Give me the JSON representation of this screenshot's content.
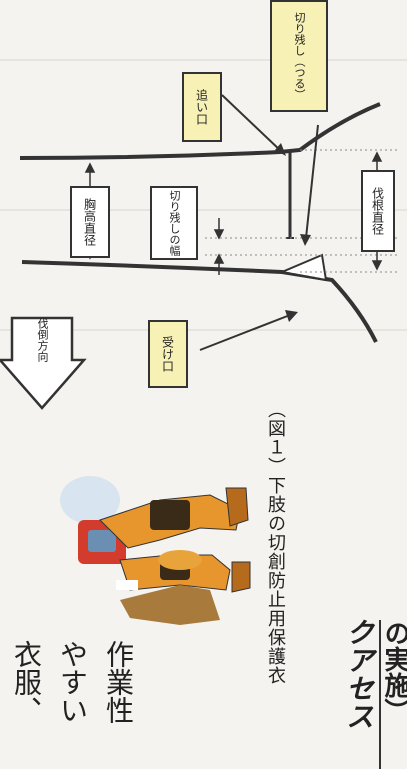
{
  "diagram": {
    "labels": {
      "oikuchi": "追い口",
      "kirinokoshi_tsuru": "切り残し（つる）",
      "kyokou_chokkei": "胸高直径",
      "kirinokoshi_haba": "切り残しの幅",
      "bakkon_chokkei": "伐根直径",
      "ukeguchi": "受け口",
      "bassai_houkou": "伐倒方向"
    }
  },
  "figure": {
    "caption": "（図１）下肢の切創防止用保護衣"
  },
  "body_text": {
    "col1": "作業性",
    "col2": "やすい",
    "col3": "衣服、",
    "heading_part1": "クアセス",
    "heading_part2": "の実施）"
  },
  "colors": {
    "yellow_box": "#f7f1b5",
    "line": "#333333",
    "background": "#f4f3ef"
  }
}
